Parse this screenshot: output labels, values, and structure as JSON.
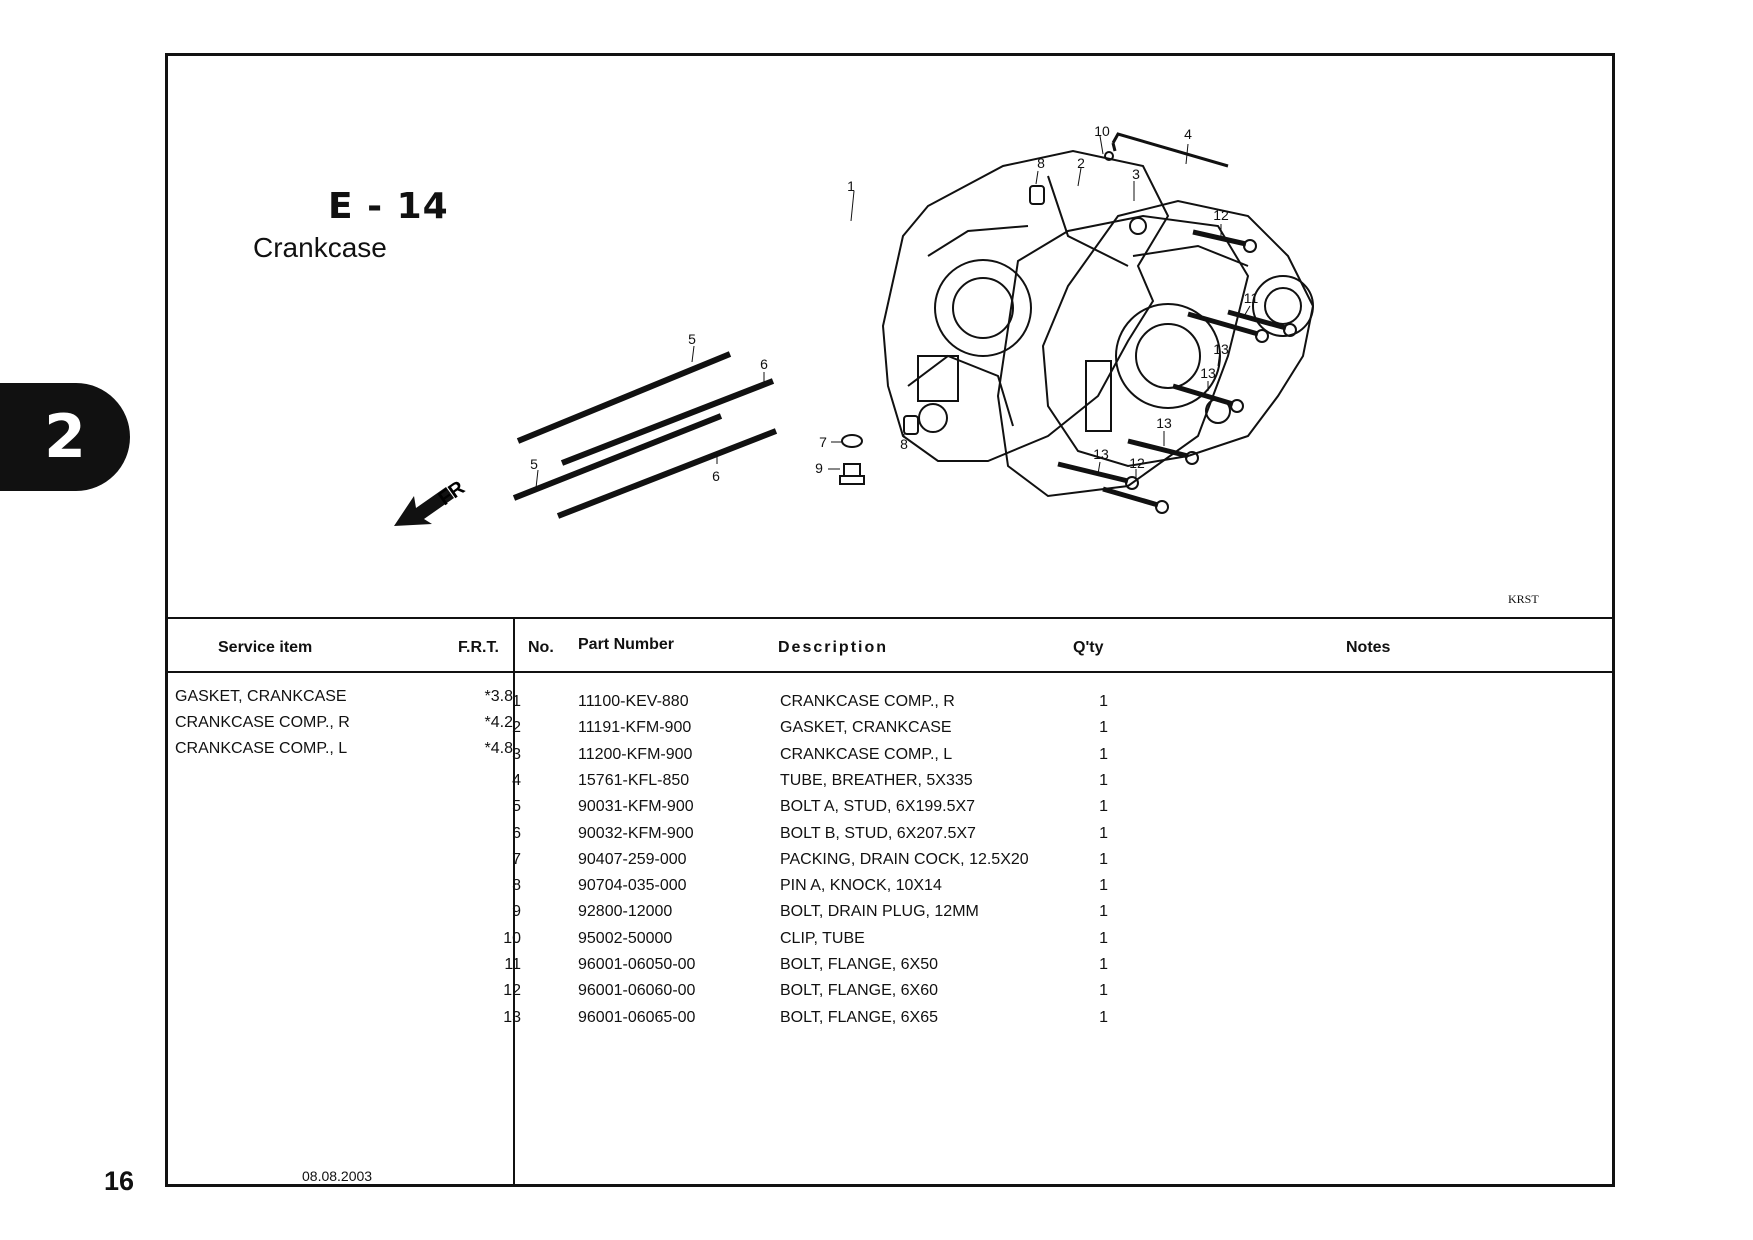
{
  "section_tab": "2",
  "page_number": "16",
  "illustration_code": "E - 14",
  "illustration_title": "Crankcase",
  "diagram_code": "KRST",
  "date": "08.08.2003",
  "direction_label": "FR",
  "callouts": [
    "1",
    "2",
    "3",
    "4",
    "5",
    "5",
    "6",
    "6",
    "7",
    "8",
    "8",
    "9",
    "10",
    "11",
    "12",
    "12",
    "13",
    "13",
    "13",
    "13"
  ],
  "headers": {
    "service_item": "Service item",
    "frt": "F.R.T.",
    "no": "No.",
    "part_number": "Part Number",
    "description": "Description",
    "qty": "Q'ty",
    "notes": "Notes"
  },
  "service_items": [
    {
      "name": "GASKET, CRANKCASE",
      "frt": "*3.8"
    },
    {
      "name": "CRANKCASE COMP., R",
      "frt": "*4.2"
    },
    {
      "name": "CRANKCASE COMP., L",
      "frt": "*4.8"
    }
  ],
  "parts": [
    {
      "no": "1",
      "part_number": "11100-KEV-880",
      "description": "CRANKCASE COMP., R",
      "qty": "1"
    },
    {
      "no": "2",
      "part_number": "11191-KFM-900",
      "description": "GASKET, CRANKCASE",
      "qty": "1"
    },
    {
      "no": "3",
      "part_number": "11200-KFM-900",
      "description": "CRANKCASE COMP., L",
      "qty": "1"
    },
    {
      "no": "4",
      "part_number": "15761-KFL-850",
      "description": "TUBE, BREATHER, 5X335",
      "qty": "1"
    },
    {
      "no": "5",
      "part_number": "90031-KFM-900",
      "description": "BOLT A, STUD, 6X199.5X7",
      "qty": "1"
    },
    {
      "no": "6",
      "part_number": "90032-KFM-900",
      "description": "BOLT B, STUD, 6X207.5X7",
      "qty": "1"
    },
    {
      "no": "7",
      "part_number": "90407-259-000",
      "description": "PACKING, DRAIN COCK, 12.5X20",
      "qty": "1"
    },
    {
      "no": "8",
      "part_number": "90704-035-000",
      "description": "PIN A, KNOCK, 10X14",
      "qty": "1"
    },
    {
      "no": "9",
      "part_number": "92800-12000",
      "description": "BOLT, DRAIN PLUG, 12MM",
      "qty": "1"
    },
    {
      "no": "10",
      "part_number": "95002-50000",
      "description": "CLIP, TUBE",
      "qty": "1"
    },
    {
      "no": "11",
      "part_number": "96001-06050-00",
      "description": "BOLT, FLANGE, 6X50",
      "qty": "1"
    },
    {
      "no": "12",
      "part_number": "96001-06060-00",
      "description": "BOLT, FLANGE, 6X60",
      "qty": "1"
    },
    {
      "no": "13",
      "part_number": "96001-06065-00",
      "description": "BOLT, FLANGE, 6X65",
      "qty": "1"
    }
  ]
}
